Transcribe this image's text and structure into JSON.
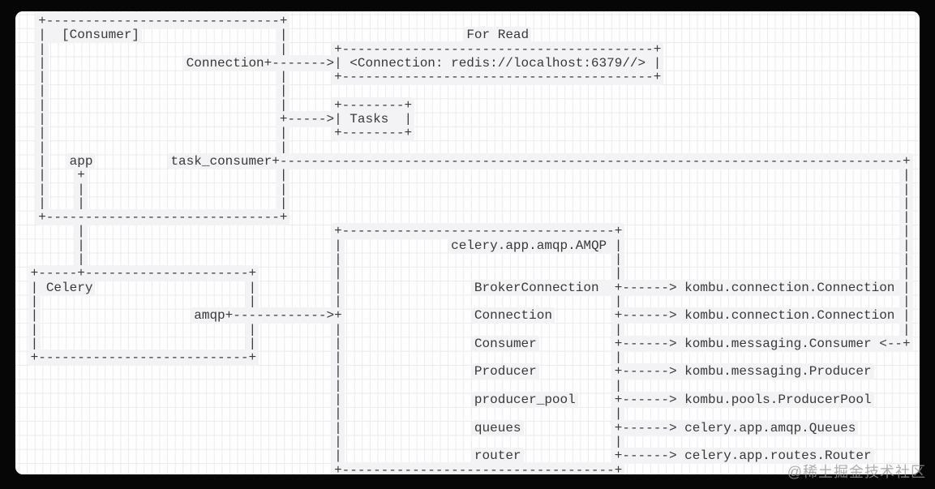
{
  "diagram": {
    "type": "ascii-architecture",
    "lines": [
      [
        [
          2,
          "+------------------------------+"
        ]
      ],
      [
        [
          2,
          "|"
        ],
        [
          5,
          "[Consumer]"
        ],
        [
          33,
          "|"
        ],
        [
          57,
          "For Read"
        ]
      ],
      [
        [
          2,
          "|"
        ],
        [
          33,
          "|"
        ],
        [
          40,
          "+----------------------------------------+"
        ]
      ],
      [
        [
          2,
          "|"
        ],
        [
          21,
          "Connection+------->| <Connection: redis://localhost:6379//> |"
        ]
      ],
      [
        [
          2,
          "|"
        ],
        [
          33,
          "|"
        ],
        [
          40,
          "+----------------------------------------+"
        ]
      ],
      [
        [
          2,
          "|"
        ],
        [
          33,
          "|"
        ]
      ],
      [
        [
          2,
          "|"
        ],
        [
          33,
          "|"
        ],
        [
          40,
          "+--------+"
        ]
      ],
      [
        [
          2,
          "|"
        ],
        [
          33,
          "+----->| Tasks  |"
        ]
      ],
      [
        [
          2,
          "|"
        ],
        [
          33,
          "|"
        ],
        [
          40,
          "+--------+"
        ]
      ],
      [
        [
          2,
          "|"
        ],
        [
          33,
          "|"
        ]
      ],
      [
        [
          2,
          "|"
        ],
        [
          6,
          "app"
        ],
        [
          19,
          "task_consumer+"
        ],
        [
          33,
          "--------------------------------------------------------------------------------"
        ],
        [
          113,
          "+"
        ]
      ],
      [
        [
          2,
          "|"
        ],
        [
          7,
          "+"
        ],
        [
          33,
          "|"
        ],
        [
          113,
          "|"
        ]
      ],
      [
        [
          2,
          "|"
        ],
        [
          7,
          "|"
        ],
        [
          33,
          "|"
        ],
        [
          113,
          "|"
        ]
      ],
      [
        [
          2,
          "|"
        ],
        [
          7,
          "|"
        ],
        [
          33,
          "|"
        ],
        [
          113,
          "|"
        ]
      ],
      [
        [
          2,
          "+------------------------------+"
        ],
        [
          113,
          "|"
        ]
      ],
      [
        [
          7,
          "|"
        ],
        [
          40,
          "+-----------------------------------+"
        ],
        [
          113,
          "|"
        ]
      ],
      [
        [
          7,
          "|"
        ],
        [
          40,
          "|"
        ],
        [
          55,
          "celery.app.amqp.AMQP"
        ],
        [
          76,
          "|"
        ],
        [
          113,
          "|"
        ]
      ],
      [
        [
          7,
          "|"
        ],
        [
          40,
          "|"
        ],
        [
          76,
          "|"
        ],
        [
          113,
          "|"
        ]
      ],
      [
        [
          1,
          "+-----+---------------------+"
        ],
        [
          40,
          "|"
        ],
        [
          76,
          "|"
        ],
        [
          113,
          "|"
        ]
      ],
      [
        [
          1,
          "|"
        ],
        [
          3,
          "Celery"
        ],
        [
          29,
          "|"
        ],
        [
          40,
          "|"
        ],
        [
          58,
          "BrokerConnection"
        ],
        [
          76,
          "+------>"
        ],
        [
          85,
          "kombu.connection.Connection"
        ],
        [
          113,
          "|"
        ]
      ],
      [
        [
          1,
          "|"
        ],
        [
          29,
          "|"
        ],
        [
          40,
          "|"
        ],
        [
          76,
          "|"
        ],
        [
          113,
          "|"
        ]
      ],
      [
        [
          1,
          "|"
        ],
        [
          22,
          "amqp+------------>+"
        ],
        [
          58,
          "Connection"
        ],
        [
          76,
          "+------>"
        ],
        [
          85,
          "kombu.connection.Connection"
        ],
        [
          113,
          "|"
        ]
      ],
      [
        [
          1,
          "|"
        ],
        [
          29,
          "|"
        ],
        [
          40,
          "|"
        ],
        [
          76,
          "|"
        ],
        [
          113,
          "|"
        ]
      ],
      [
        [
          1,
          "|"
        ],
        [
          29,
          "|"
        ],
        [
          40,
          "|"
        ],
        [
          58,
          "Consumer"
        ],
        [
          76,
          "+------>"
        ],
        [
          85,
          "kombu.messaging.Consumer"
        ],
        [
          110,
          "<--+"
        ]
      ],
      [
        [
          1,
          "+---------------------------+"
        ],
        [
          40,
          "|"
        ],
        [
          76,
          "|"
        ]
      ],
      [
        [
          40,
          "|"
        ],
        [
          58,
          "Producer"
        ],
        [
          76,
          "+------>"
        ],
        [
          85,
          "kombu.messaging.Producer"
        ]
      ],
      [
        [
          40,
          "|"
        ],
        [
          76,
          "|"
        ]
      ],
      [
        [
          40,
          "|"
        ],
        [
          58,
          "producer_pool"
        ],
        [
          76,
          "+------>"
        ],
        [
          85,
          "kombu.pools.ProducerPool"
        ]
      ],
      [
        [
          40,
          "|"
        ],
        [
          76,
          "|"
        ]
      ],
      [
        [
          40,
          "|"
        ],
        [
          58,
          "queues"
        ],
        [
          76,
          "+------>"
        ],
        [
          85,
          "celery.app.amqp.Queues"
        ]
      ],
      [
        [
          40,
          "|"
        ],
        [
          76,
          "|"
        ]
      ],
      [
        [
          40,
          "|"
        ],
        [
          58,
          "router"
        ],
        [
          76,
          "+------>"
        ],
        [
          85,
          "celery.app.routes.Router"
        ]
      ],
      [
        [
          40,
          "+-----------------------------------+"
        ]
      ]
    ]
  },
  "semantics": {
    "consumer_box": {
      "title": "[Consumer]",
      "members": [
        "Connection",
        "app",
        "task_consumer"
      ]
    },
    "read_note": {
      "caption": "For Read",
      "value": "<Connection: redis://localhost:6379//>"
    },
    "tasks_box": "Tasks",
    "celery_box": {
      "title": "Celery",
      "members": [
        "amqp"
      ]
    },
    "amqp_box": {
      "title": "celery.app.amqp.AMQP",
      "mappings": [
        {
          "attribute": "BrokerConnection",
          "maps_to": "kombu.connection.Connection"
        },
        {
          "attribute": "Connection",
          "maps_to": "kombu.connection.Connection"
        },
        {
          "attribute": "Consumer",
          "maps_to": "kombu.messaging.Consumer"
        },
        {
          "attribute": "Producer",
          "maps_to": "kombu.messaging.Producer"
        },
        {
          "attribute": "producer_pool",
          "maps_to": "kombu.pools.ProducerPool"
        },
        {
          "attribute": "queues",
          "maps_to": "celery.app.amqp.Queues"
        },
        {
          "attribute": "router",
          "maps_to": "celery.app.routes.Router"
        }
      ]
    }
  },
  "watermark": "@稀土掘金技术社区",
  "colors": {
    "frame": "#060606",
    "canvas": "#fefefe",
    "grid": "#ebebee",
    "text": "#383838",
    "highlight": "#f3f3f5",
    "watermark": "#9a9a9c"
  }
}
